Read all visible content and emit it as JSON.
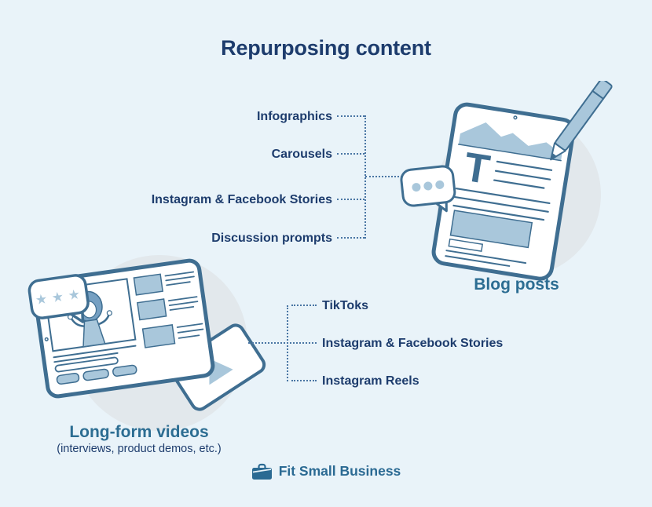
{
  "title": "Repurposing content",
  "colors": {
    "background": "#e9f3f9",
    "navy": "#1d3c6d",
    "teal": "#2c6d92",
    "outline": "#3f6e91",
    "fill_light": "#a9c7db",
    "circle_bg": "#e2e8ec",
    "dotted": "#4a76a4",
    "brand": "#2b6a93"
  },
  "blog_group": {
    "caption": "Blog posts",
    "items": [
      "Infographics",
      "Carousels",
      "Instagram & Facebook Stories",
      "Discussion prompts"
    ]
  },
  "video_group": {
    "caption": "Long-form videos",
    "subcaption": "(interviews, product demos, etc.)",
    "items": [
      "TikToks",
      "Instagram & Facebook Stories",
      "Instagram Reels"
    ]
  },
  "footer": {
    "brand": "Fit Small Business"
  },
  "icons": {
    "blog_letter": "T",
    "star": "★"
  }
}
